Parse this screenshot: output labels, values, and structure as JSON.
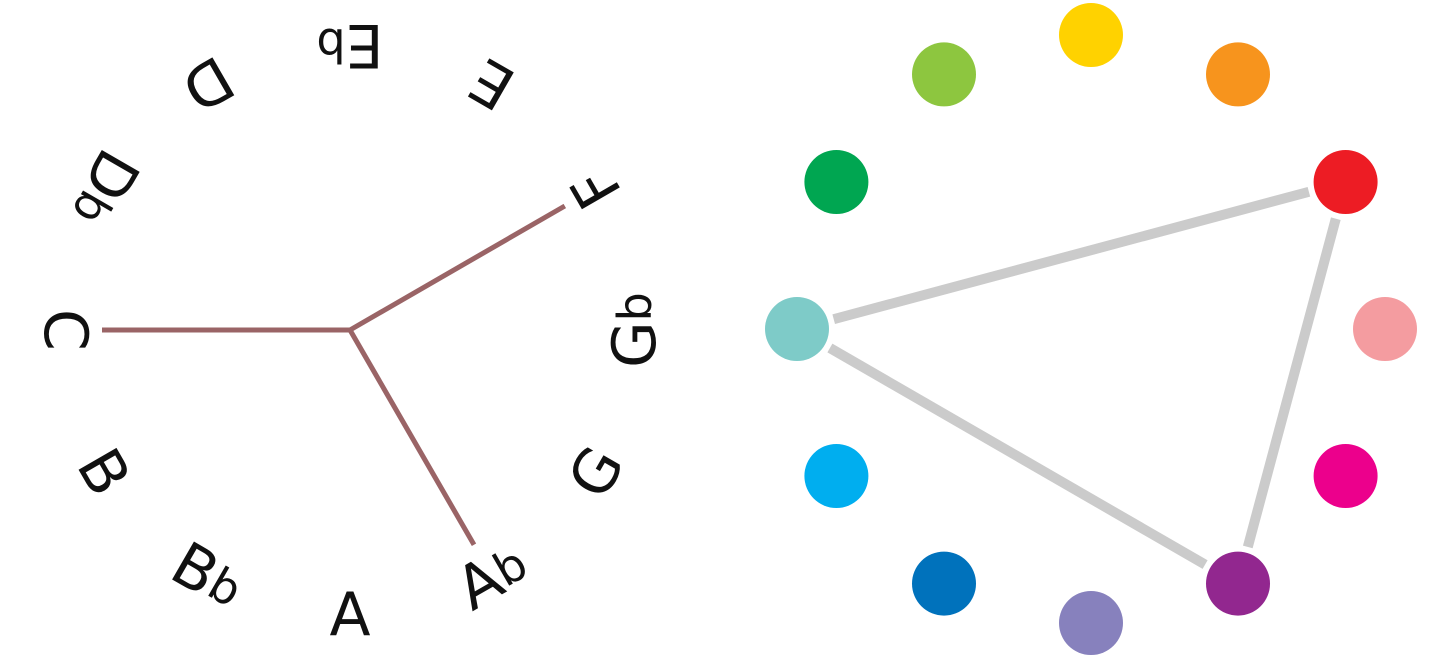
{
  "left_wheel": {
    "notes": [
      {
        "letter": "C",
        "accidental": ""
      },
      {
        "letter": "D",
        "accidental": "b"
      },
      {
        "letter": "D",
        "accidental": ""
      },
      {
        "letter": "E",
        "accidental": "b"
      },
      {
        "letter": "E",
        "accidental": ""
      },
      {
        "letter": "F",
        "accidental": ""
      },
      {
        "letter": "G",
        "accidental": "b"
      },
      {
        "letter": "G",
        "accidental": ""
      },
      {
        "letter": "A",
        "accidental": "b"
      },
      {
        "letter": "A",
        "accidental": ""
      },
      {
        "letter": "B",
        "accidental": "b"
      },
      {
        "letter": "B",
        "accidental": ""
      }
    ],
    "chord_notes": [
      "C",
      "F",
      "Ab"
    ],
    "line_color": "#9a6466"
  },
  "right_wheel": {
    "dots": [
      {
        "color": "#7ecbc8"
      },
      {
        "color": "#00a651"
      },
      {
        "color": "#8dc63f"
      },
      {
        "color": "#ffd200"
      },
      {
        "color": "#f7941d"
      },
      {
        "color": "#ed1c24"
      },
      {
        "color": "#f49ca0"
      },
      {
        "color": "#ec008c"
      },
      {
        "color": "#92278f"
      },
      {
        "color": "#8781bd"
      },
      {
        "color": "#0072bc"
      },
      {
        "color": "#00aeef"
      }
    ],
    "chord_indices": [
      0,
      5,
      8
    ],
    "edge_color": "#cbcbcb"
  }
}
